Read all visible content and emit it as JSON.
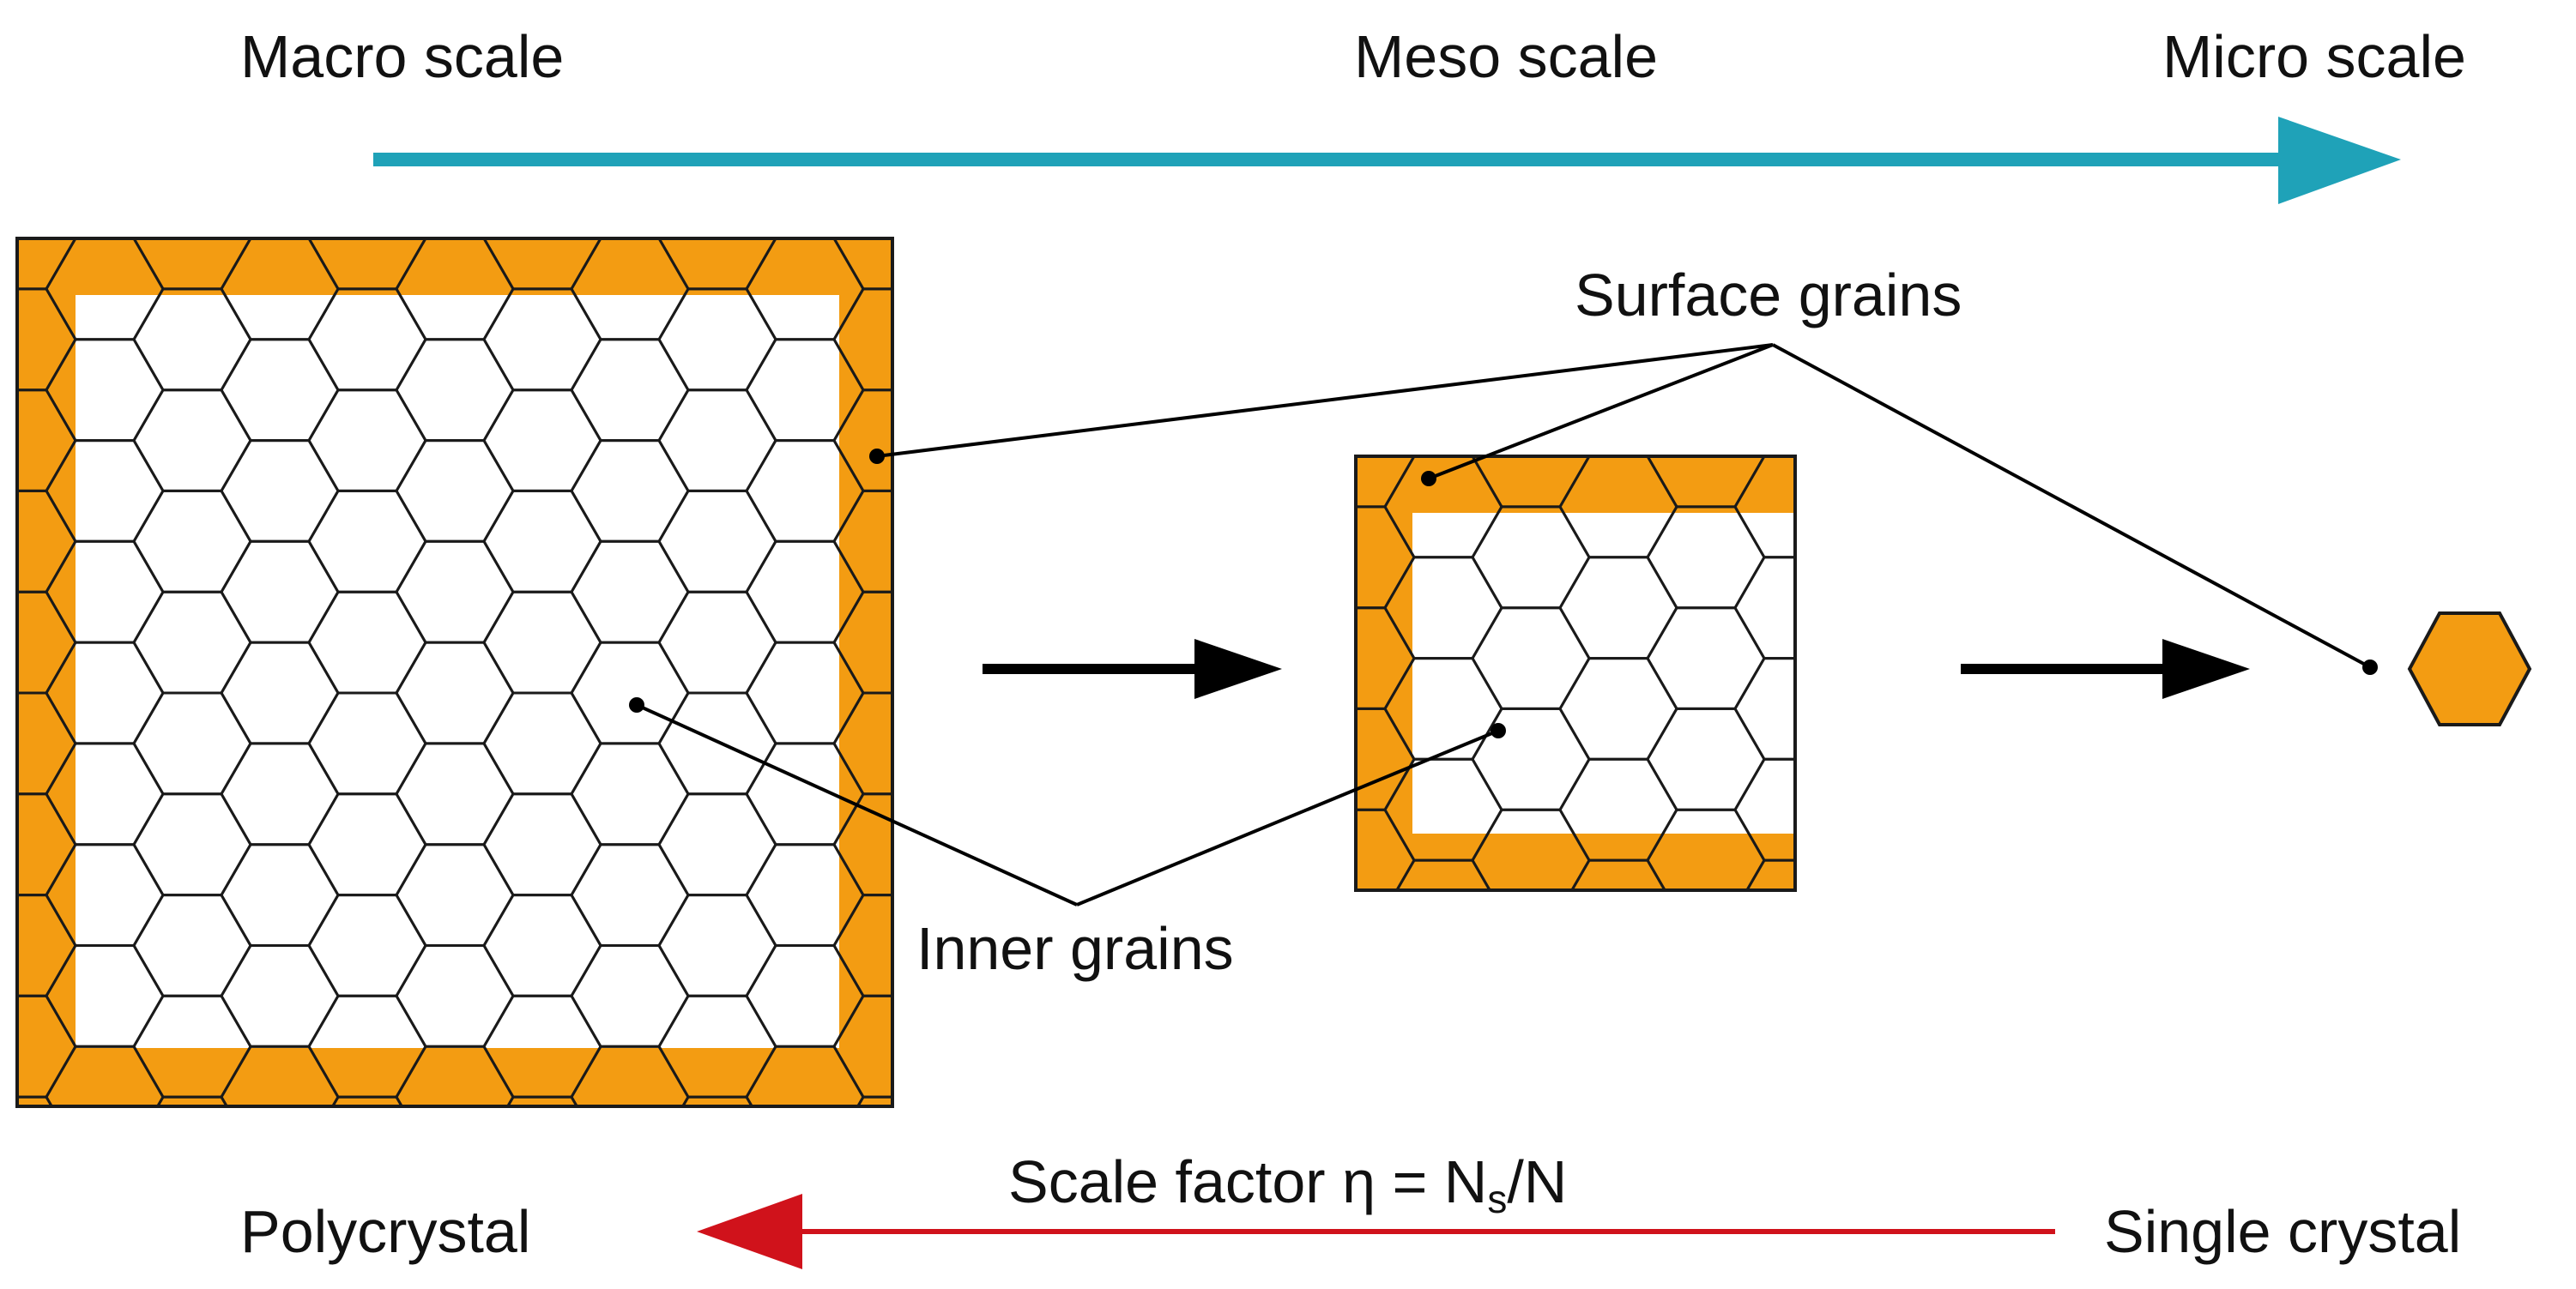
{
  "scale_labels": {
    "macro": "Macro scale",
    "meso": "Meso scale",
    "micro": "Micro scale"
  },
  "annotations": {
    "surface_grains": "Surface grains",
    "inner_grains": "Inner grains"
  },
  "bottom": {
    "polycrystal": "Polycrystal",
    "single_crystal": "Single crystal",
    "scale_factor_prefix": "Scale factor η = N",
    "scale_factor_subscript": "s",
    "scale_factor_suffix": "/N"
  },
  "colors": {
    "surface_grain": "#F39C12",
    "inner_grain": "#FFFFFF",
    "grain_boundary": "#1A1A1A",
    "scale_arrow": "#1FA2B8",
    "factor_arrow": "#D0121B",
    "process_arrow": "#000000"
  },
  "icons": {
    "process_arrow": "right-arrow-icon",
    "scale_arrow": "long-right-arrow-icon",
    "factor_arrow": "long-left-arrow-icon"
  }
}
